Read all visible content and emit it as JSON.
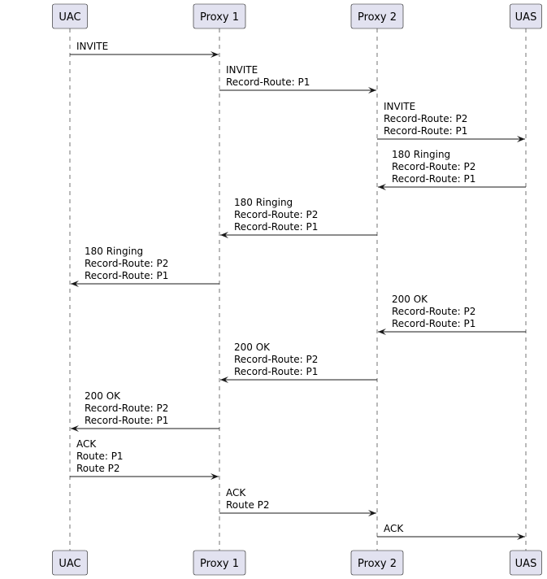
{
  "participants": [
    {
      "id": "uac",
      "label": "UAC"
    },
    {
      "id": "proxy1",
      "label": "Proxy 1"
    },
    {
      "id": "proxy2",
      "label": "Proxy 2"
    },
    {
      "id": "uas",
      "label": "UAS"
    }
  ],
  "messages": [
    {
      "from": "uac",
      "to": "proxy1",
      "lines": [
        "INVITE"
      ]
    },
    {
      "from": "proxy1",
      "to": "proxy2",
      "lines": [
        "INVITE",
        "Record-Route: P1"
      ]
    },
    {
      "from": "proxy2",
      "to": "uas",
      "lines": [
        "INVITE",
        "Record-Route: P2",
        "Record-Route: P1"
      ]
    },
    {
      "from": "uas",
      "to": "proxy2",
      "lines": [
        "180 Ringing",
        "Record-Route: P2",
        "Record-Route: P1"
      ]
    },
    {
      "from": "proxy2",
      "to": "proxy1",
      "lines": [
        "180 Ringing",
        "Record-Route: P2",
        "Record-Route: P1"
      ]
    },
    {
      "from": "proxy1",
      "to": "uac",
      "lines": [
        "180 Ringing",
        "Record-Route: P2",
        "Record-Route: P1"
      ]
    },
    {
      "from": "uas",
      "to": "proxy2",
      "lines": [
        "200 OK",
        "Record-Route: P2",
        "Record-Route: P1"
      ]
    },
    {
      "from": "proxy2",
      "to": "proxy1",
      "lines": [
        "200 OK",
        "Record-Route: P2",
        "Record-Route: P1"
      ]
    },
    {
      "from": "proxy1",
      "to": "uac",
      "lines": [
        "200 OK",
        "Record-Route: P2",
        "Record-Route: P1"
      ]
    },
    {
      "from": "uac",
      "to": "proxy1",
      "lines": [
        "ACK",
        "Route: P1",
        "Route P2"
      ]
    },
    {
      "from": "proxy1",
      "to": "proxy2",
      "lines": [
        "ACK",
        "Route P2"
      ]
    },
    {
      "from": "proxy2",
      "to": "uas",
      "lines": [
        "ACK"
      ]
    }
  ]
}
